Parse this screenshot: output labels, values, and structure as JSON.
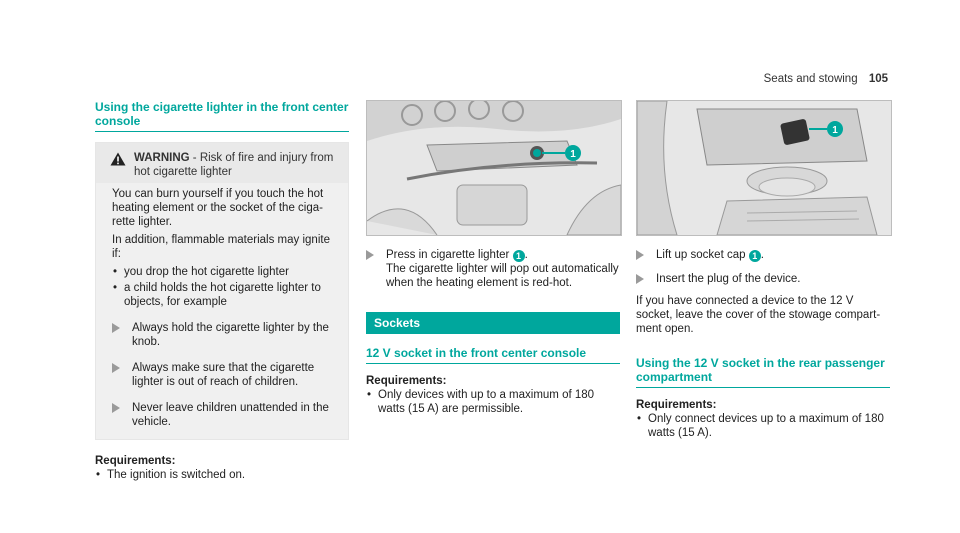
{
  "header": {
    "section": "Seats and stowing",
    "page_number": "105"
  },
  "col1": {
    "title": "Using the cigarette lighter in the front center console",
    "warning": {
      "label": "WARNING",
      "text": " - Risk of fire and injury from hot cigarette lighter",
      "p1": "You can burn yourself if you touch the hot heating element or the socket of the ciga­rette lighter.",
      "p2": "In addition, flammable materials may ignite if:",
      "bullets": [
        "you drop the hot cigarette lighter",
        "a child holds the hot cigarette lighter to objects, for example"
      ],
      "steps": [
        "Always hold the cigarette lighter by the knob.",
        "Always make sure that the cigarette lighter is out of reach of children.",
        "Never leave children unattended in the vehicle."
      ]
    },
    "req_title": "Requirements:",
    "req_bullets": [
      "The ignition is switched on."
    ]
  },
  "col2": {
    "callout": "1",
    "step_a": "Press in cigarette lighter ",
    "step_b": ".",
    "step_c": "The cigarette lighter will pop out automati­cally when the heating element is red-hot.",
    "sockets_bar": "Sockets",
    "sub_title": "12 V socket in the front center console",
    "req_title": "Requirements:",
    "req_bullets": [
      "Only devices with up to a maximum of 180 watts (15 A) are permissible."
    ]
  },
  "col3": {
    "callout": "1",
    "step1_a": "Lift up socket cap ",
    "step1_b": ".",
    "step2": "Insert the plug of the device.",
    "para": "If you have connected a device to the 12 V socket, leave the cover of the stowage compart­ment open.",
    "sub_title": "Using the 12 V socket in the rear passenger compartment",
    "req_title": "Requirements:",
    "req_bullets": [
      "Only connect devices up to a maximum of 180 watts (15 A)."
    ]
  },
  "colors": {
    "accent": "#00a79d"
  },
  "icons": {
    "warning": "warning-triangle-icon",
    "step": "step-arrow-icon"
  }
}
